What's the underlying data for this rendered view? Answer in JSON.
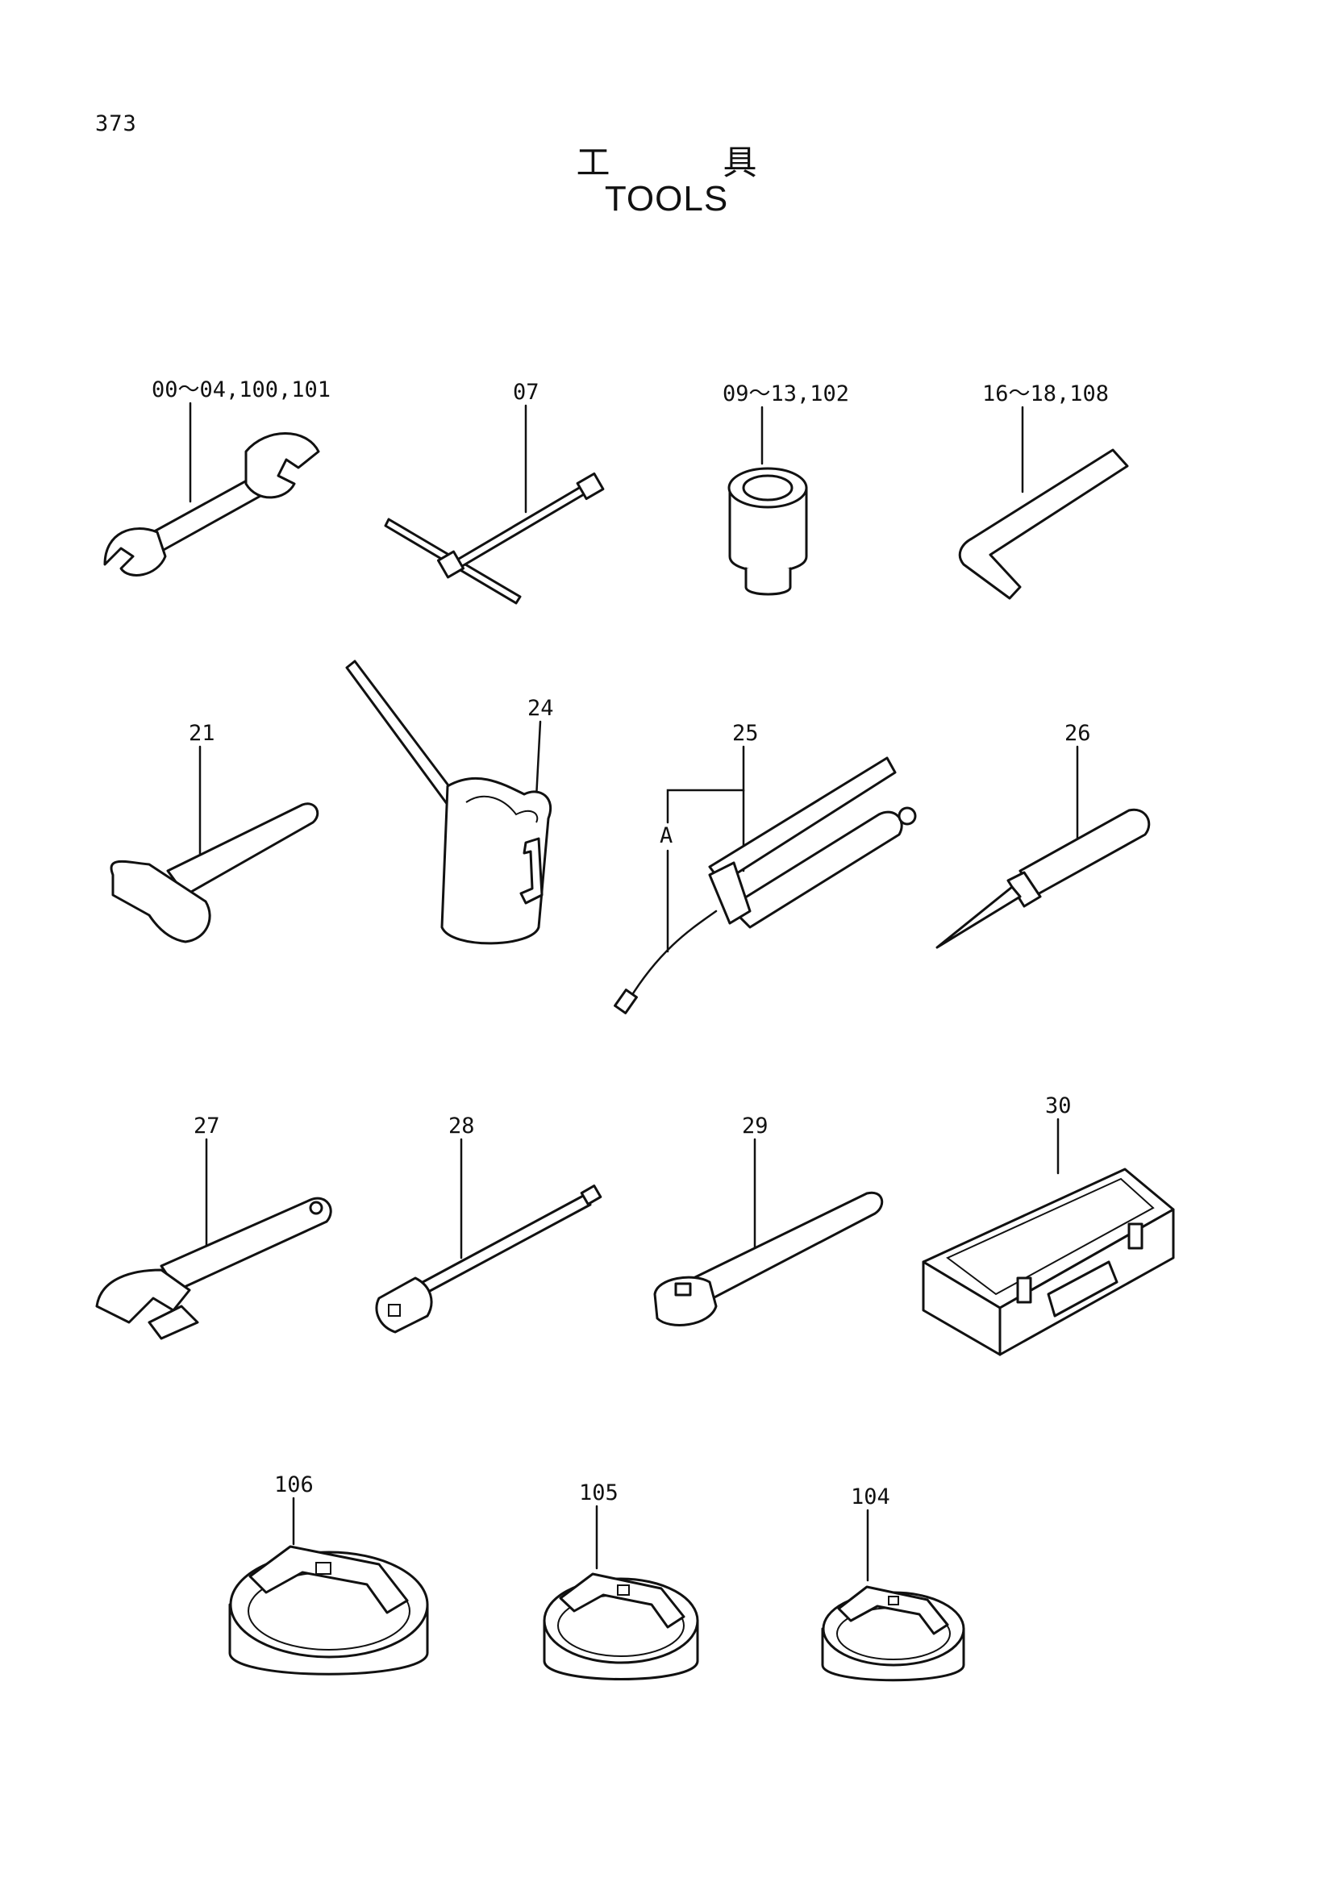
{
  "page_number": "373",
  "title_jp_1": "工",
  "title_jp_2": "具",
  "title_en": "TOOLS",
  "callouts": {
    "wrench": "00～04,100,101",
    "t_wrench": "07",
    "socket": "09～13,102",
    "hex_key": "16～18,108",
    "hammer": "21",
    "oil_can": "24",
    "grease_gun": "25",
    "grease_gun_sub": "A",
    "screwdriver": "26",
    "adjustable_wrench": "27",
    "extension_bar": "28",
    "ratchet_handle": "29",
    "tool_box": "30",
    "filter_wrench_large": "106",
    "filter_wrench_medium": "105",
    "filter_wrench_small": "104"
  }
}
